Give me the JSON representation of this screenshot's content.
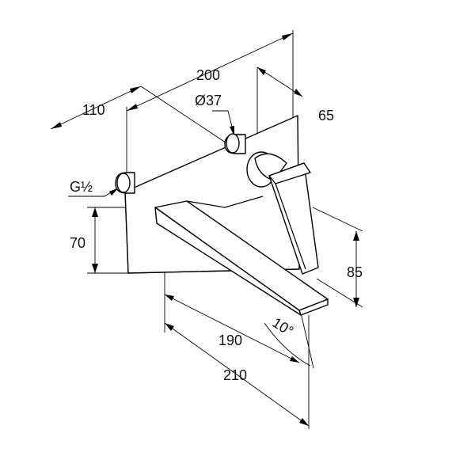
{
  "dimensions": {
    "total_width": "200",
    "depth_to_inlet": "110",
    "plate_depth": "65",
    "connection_diameter": "Ø37",
    "thread": "G½",
    "plate_height": "70",
    "lever_height": "85",
    "spout_length": "190",
    "spout_projection": "210",
    "spout_angle": "10°"
  },
  "colors": {
    "line": "#000000",
    "background": "#ffffff"
  }
}
